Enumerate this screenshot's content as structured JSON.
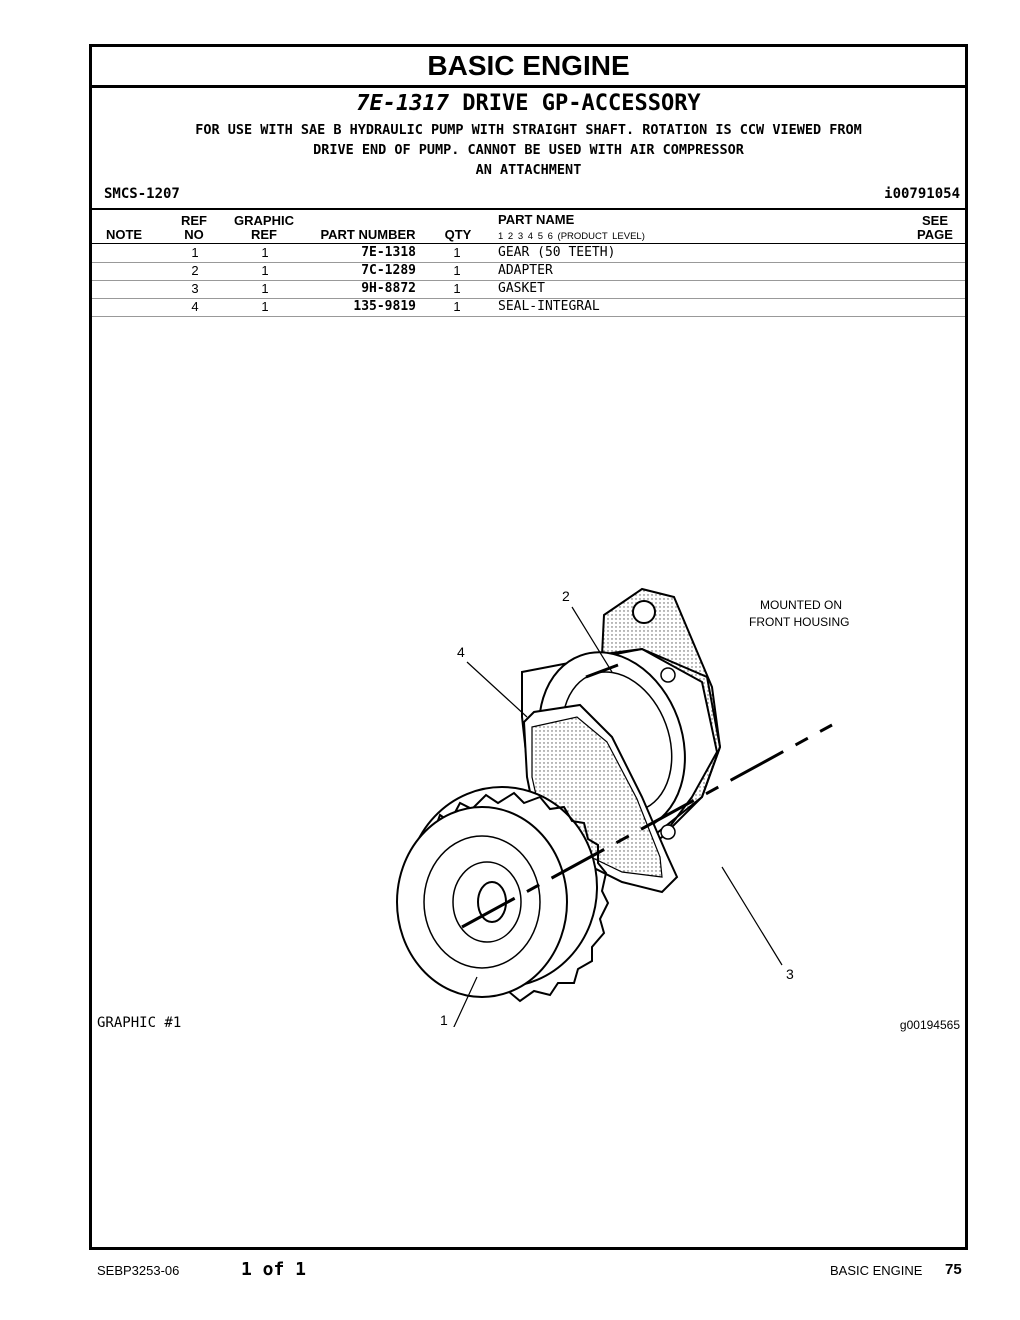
{
  "page": {
    "section_title": "BASIC ENGINE",
    "group_number": "7E-1317",
    "group_name": "DRIVE GP-ACCESSORY",
    "description_lines": [
      "FOR USE WITH SAE B HYDRAULIC PUMP WITH STRAIGHT SHAFT. ROTATION IS CCW VIEWED FROM",
      "DRIVE END OF PUMP. CANNOT BE USED WITH AIR COMPRESSOR",
      "AN ATTACHMENT"
    ],
    "smcs": "SMCS-1207",
    "illustration_id": "i00791054"
  },
  "table": {
    "headers": {
      "note": "NOTE",
      "ref_line1": "REF",
      "ref_line2": "NO",
      "graphic_line1": "GRAPHIC",
      "graphic_line2": "REF",
      "part_number": "PART NUMBER",
      "qty": "QTY",
      "part_name": "PART NAME",
      "levels": "1   2   3   4   5   6   (PRODUCT LEVEL)",
      "see_line1": "SEE",
      "see_line2": "PAGE"
    },
    "rows": [
      {
        "ref": "1",
        "graphic_ref": "1",
        "part_number": "7E-1318",
        "qty": "1",
        "name": "GEAR (50 TEETH)"
      },
      {
        "ref": "2",
        "graphic_ref": "1",
        "part_number": "7C-1289",
        "qty": "1",
        "name": "ADAPTER"
      },
      {
        "ref": "3",
        "graphic_ref": "1",
        "part_number": "9H-8872",
        "qty": "1",
        "name": "GASKET"
      },
      {
        "ref": "4",
        "graphic_ref": "1",
        "part_number": "135-9819",
        "qty": "1",
        "name": "SEAL-INTEGRAL"
      }
    ]
  },
  "figure": {
    "callouts": [
      "1",
      "2",
      "3",
      "4"
    ],
    "note": [
      "MOUNTED ON",
      "FRONT HOUSING"
    ],
    "label": "GRAPHIC #1",
    "graphic_id": "g00194565"
  },
  "footer": {
    "doc_number": "SEBP3253-06",
    "page_of": "1 of 1",
    "section": "BASIC ENGINE",
    "page_number": "75"
  }
}
